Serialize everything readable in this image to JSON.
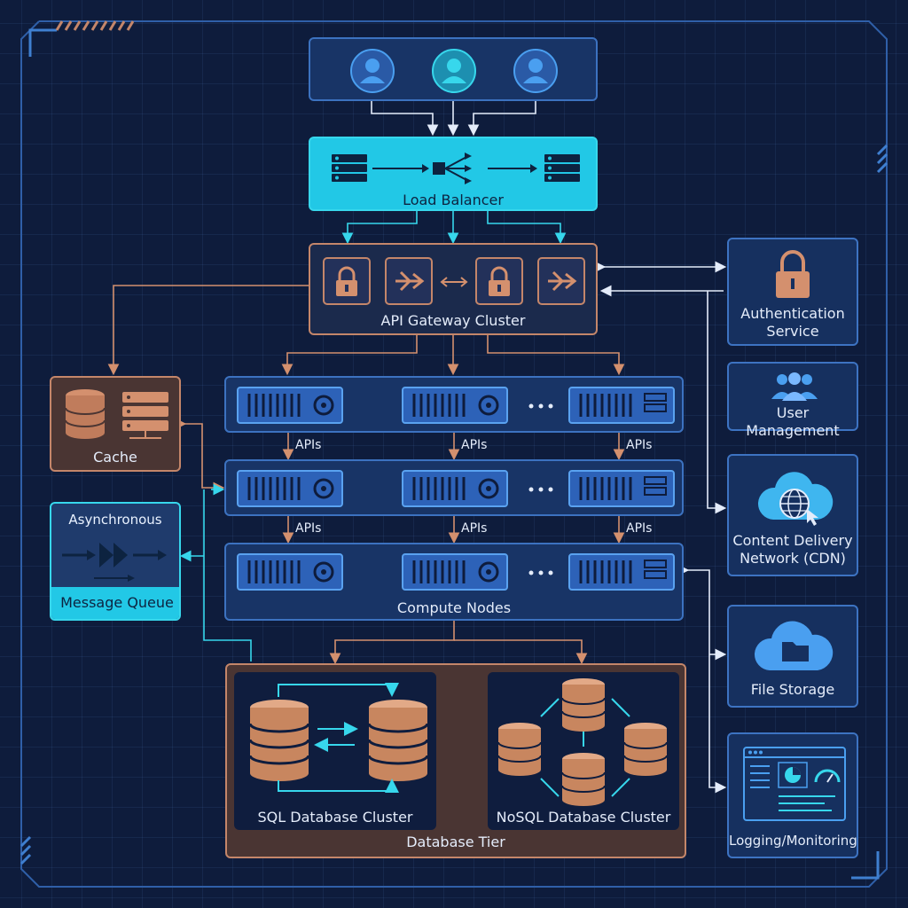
{
  "diagram": {
    "load_balancer": {
      "label": "Load Balancer"
    },
    "api_gateway": {
      "label": "API Gateway Cluster"
    },
    "compute": {
      "label": "Compute Nodes",
      "api_label": "APIs"
    },
    "cache": {
      "label": "Cache"
    },
    "message_queue": {
      "top_label": "Asynchronous",
      "label": "Message Queue"
    },
    "database_tier": {
      "label": "Database Tier",
      "sql": {
        "label": "SQL Database Cluster"
      },
      "nosql": {
        "label": "NoSQL Database Cluster"
      }
    },
    "services": {
      "auth": {
        "line1": "Authentication",
        "line2": "Service"
      },
      "user_mgmt": {
        "label": "User Management"
      },
      "cdn": {
        "line1": "Content Delivery",
        "line2": "Network (CDN)"
      },
      "file_storage": {
        "label": "File Storage"
      },
      "logging": {
        "label": "Logging/Monitoring"
      }
    },
    "colors": {
      "background": "#0e1c3c",
      "panel_blue": "#183466",
      "border_blue": "#3c72c0",
      "cyan": "#22c8e6",
      "copper": "#c4866a",
      "icon_blue": "#4a9ff0"
    }
  }
}
